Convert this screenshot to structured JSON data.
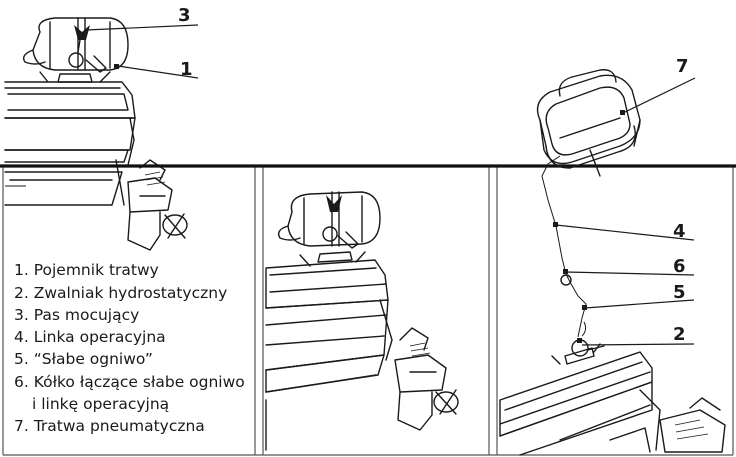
{
  "callouts": {
    "c3": "3",
    "c1": "1",
    "c7": "7",
    "c4": "4",
    "c6": "6",
    "c5": "5",
    "c2": "2"
  },
  "legend": [
    "1. Pojemnik tratwy",
    "2. Zwalniak hydrostatyczny",
    "3. Pas mocujący",
    "4. Linka operacyjna",
    "5. “Słabe ogniwo”",
    "6. Kółko łączące słabe ogniwo",
    "i linkę operacyjną",
    "7. Tratwa pneumatyczna"
  ]
}
